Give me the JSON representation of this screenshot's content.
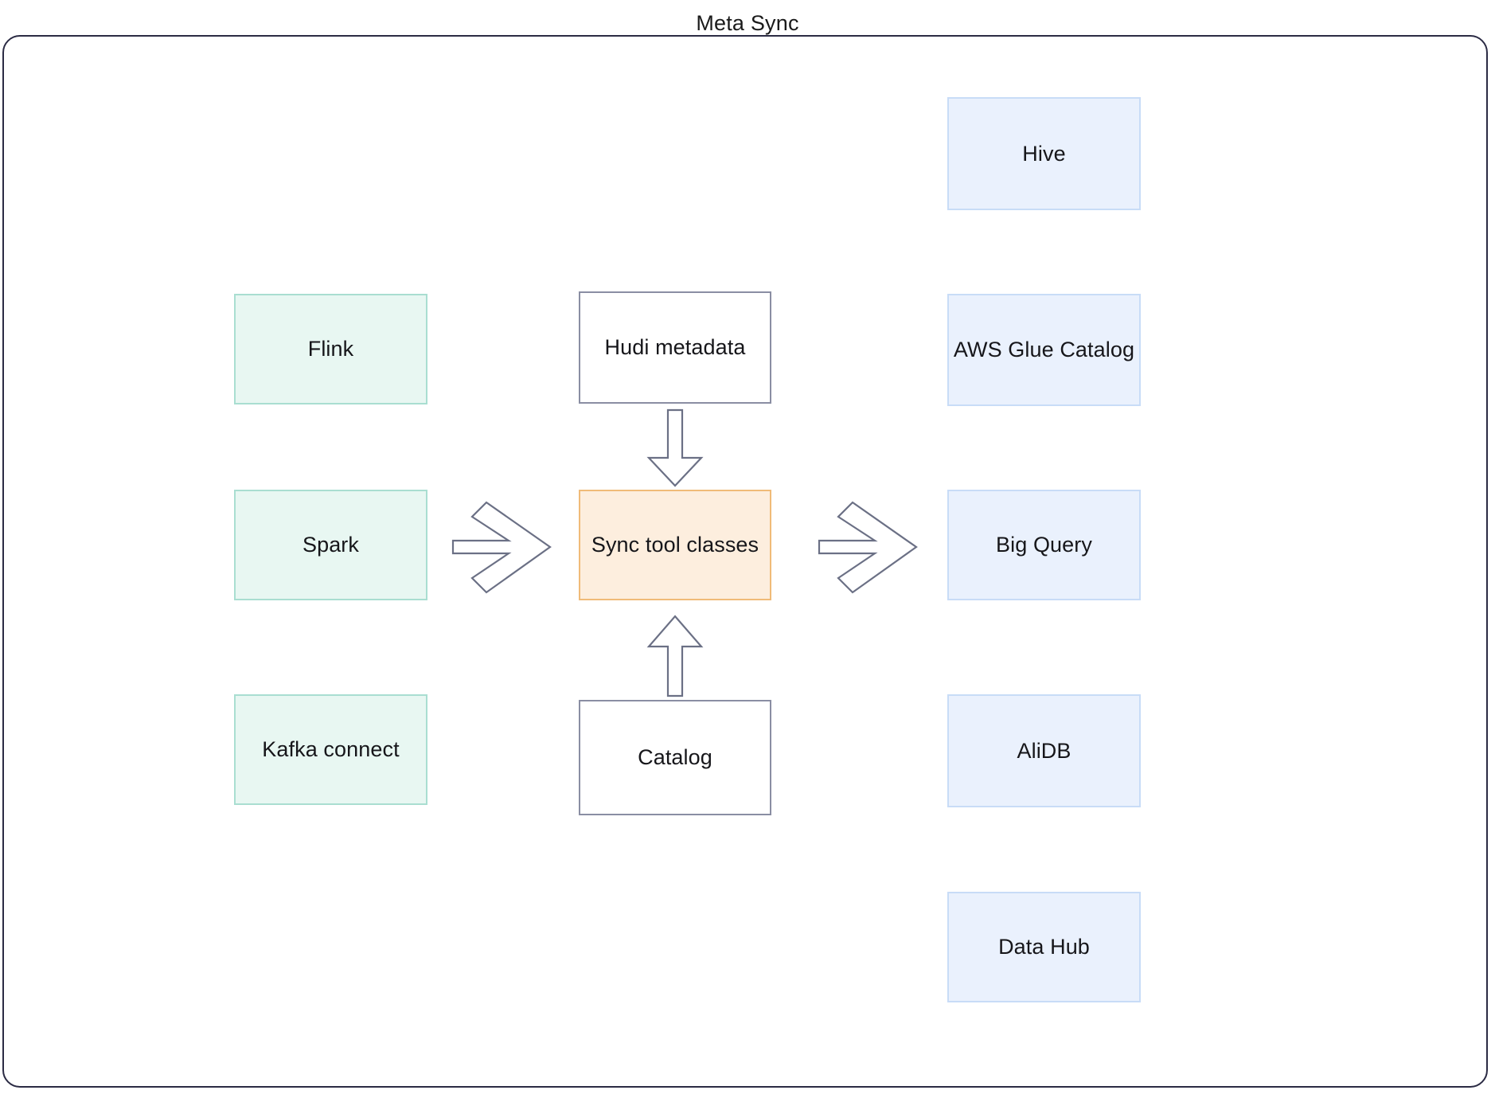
{
  "title": "Meta Sync",
  "colors": {
    "frame_border": "#2b2b44",
    "source_fill": "#e8f7f2",
    "source_border": "#a9ded1",
    "target_fill": "#eaf1fd",
    "target_border": "#c8dcf7",
    "plain_fill": "#ffffff",
    "plain_border": "#8a8ea3",
    "accent_fill": "#fdeede",
    "accent_border": "#f0bb78",
    "arrow_stroke": "#6b7085",
    "text": "#16161a"
  },
  "diagram": {
    "type": "flow",
    "sources": [
      {
        "label": "Flink"
      },
      {
        "label": "Spark"
      },
      {
        "label": "Kafka connect"
      }
    ],
    "center": {
      "upstream": {
        "label": "Hudi metadata"
      },
      "hub": {
        "label": "Sync tool classes"
      },
      "downstream": {
        "label": "Catalog"
      }
    },
    "targets": [
      {
        "label": "Hive"
      },
      {
        "label": "AWS Glue Catalog"
      },
      {
        "label": "Big Query"
      },
      {
        "label": "AliDB"
      },
      {
        "label": "Data Hub"
      }
    ],
    "connectors": [
      {
        "name": "sources-to-hub",
        "direction": "right",
        "style": "chevron-arrow"
      },
      {
        "name": "hub-to-targets",
        "direction": "right",
        "style": "chevron-arrow"
      },
      {
        "name": "hudi-to-hub",
        "direction": "down",
        "style": "block-arrow"
      },
      {
        "name": "catalog-to-hub",
        "direction": "up",
        "style": "block-arrow"
      }
    ]
  }
}
